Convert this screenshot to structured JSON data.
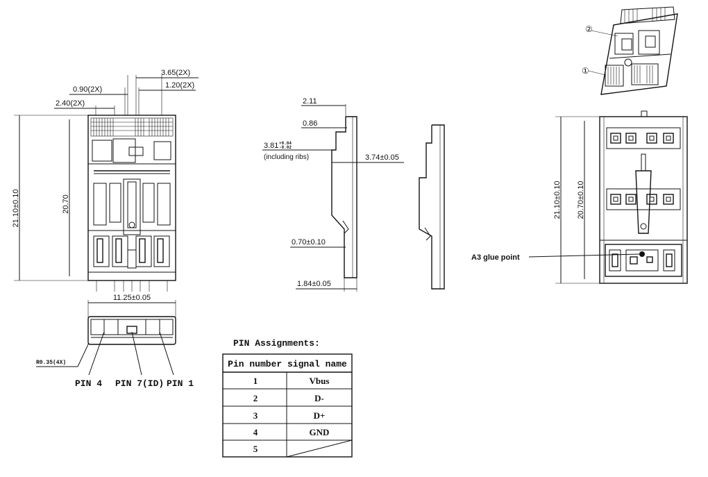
{
  "front_view": {
    "dim_top_right": "3.65(2X)",
    "dim_top_right2": "1.20(2X)",
    "dim_mid": "0.90(2X)",
    "dim_left": "2.40(2X)",
    "dim_height_outer": "21.10±0.10",
    "dim_height_inner": "20.70",
    "dim_width": "11.25±0.05",
    "corner_radius": "R0.35(4X)",
    "pin_labels": [
      "PIN 4",
      "PIN 7(ID)",
      "PIN 1"
    ]
  },
  "side_view": {
    "dim_2_11": "2.11",
    "dim_0_86": "0.86",
    "dim_3_81": "3.81",
    "dim_3_81_tol_plus": "+0.04",
    "dim_3_81_tol_minus": "-0.02",
    "including_ribs": "(including ribs)",
    "dim_3_74": "3.74±0.05",
    "dim_0_70": "0.70±0.10",
    "dim_1_84": "1.84±0.05"
  },
  "iso_view": {
    "marker_1": "①",
    "marker_2": "②"
  },
  "back_view": {
    "dim_height_outer": "21.10±0.10",
    "dim_height_inner": "20.70±0.10",
    "glue_label": "A3 glue point"
  },
  "pin_table": {
    "title": "PIN Assignments:",
    "header": "Pin number signal name",
    "rows": [
      {
        "pin": "1",
        "signal": "Vbus"
      },
      {
        "pin": "2",
        "signal": "D-"
      },
      {
        "pin": "3",
        "signal": "D+"
      },
      {
        "pin": "4",
        "signal": "GND"
      },
      {
        "pin": "5",
        "signal": ""
      }
    ]
  }
}
